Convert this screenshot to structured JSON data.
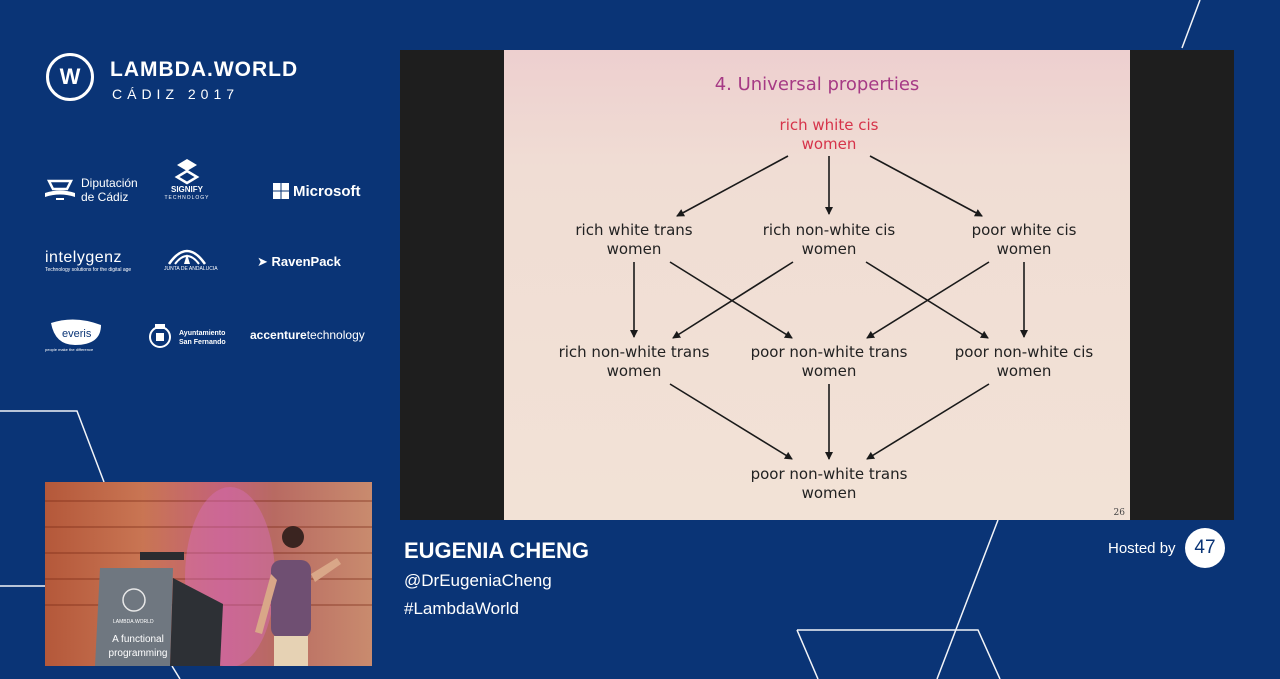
{
  "event": {
    "title": "LAMBDA.WORLD",
    "subtitle": "CÁDIZ 2017",
    "logo_letter": "W"
  },
  "sponsors": {
    "diputacion": [
      "Diputación",
      "de Cádiz"
    ],
    "signify": {
      "name": "SIGNIFY",
      "sub": "TECHNOLOGY"
    },
    "microsoft": "Microsoft",
    "intelygenz": {
      "name": "intelygenz",
      "sub": "Technology solutions for the digital age"
    },
    "junta": {
      "sub": "JUNTA DE ANDALUCIA"
    },
    "ravenpack": "RavenPack",
    "everis": {
      "name": "everis",
      "sub": "people make the difference"
    },
    "sanfernando": [
      "Ayuntamiento",
      "San Fernando"
    ],
    "accenture": {
      "bold": "accenture",
      "rest": "technology"
    }
  },
  "slide": {
    "title": "4. Universal properties",
    "nodes": {
      "top": [
        "rich white cis",
        "women"
      ],
      "l2a": [
        "rich white trans",
        "women"
      ],
      "l2b": [
        "rich non-white cis",
        "women"
      ],
      "l2c": [
        "poor white cis",
        "women"
      ],
      "l3a": [
        "rich non-white trans",
        "women"
      ],
      "l3b": [
        "poor non-white trans",
        "women"
      ],
      "l3c": [
        "poor non-white cis",
        "women"
      ],
      "bottom": [
        "poor non-white trans",
        "women"
      ]
    },
    "page_number": "26",
    "colors": {
      "title": "#a63a85",
      "top_node": "#d6334a"
    }
  },
  "speaker": {
    "name": "EUGENIA CHENG",
    "handle": "@DrEugeniaCheng",
    "hashtag": "#LambdaWorld"
  },
  "host": {
    "label": "Hosted by",
    "badge": "47"
  },
  "video": {
    "podium_text": [
      "A functional",
      "programming"
    ],
    "podium_brand": "LAMBDA.WORLD"
  }
}
